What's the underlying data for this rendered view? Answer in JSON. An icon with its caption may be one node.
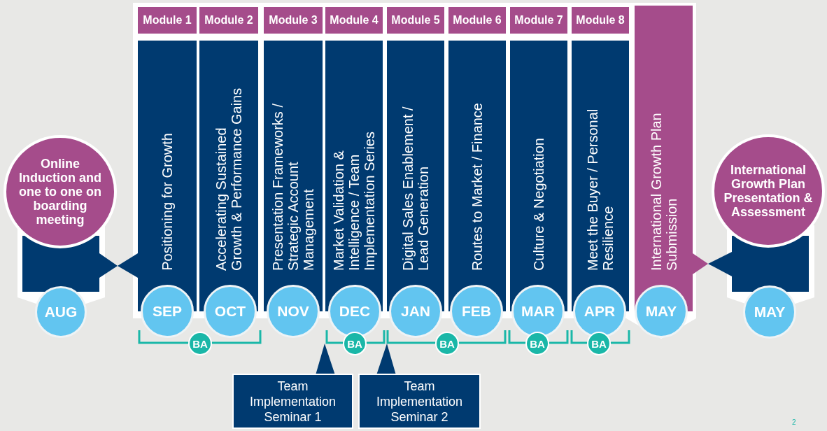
{
  "diagram": {
    "nodes": [
      {
        "text": [
          "Online Induction and one to one on boarding meeting"
        ]
      },
      {
        "text": [
          "AUG"
        ]
      },
      {
        "text": [
          "Module 1"
        ]
      },
      {
        "text": [
          "Module 2"
        ]
      },
      {
        "text": [
          "Module 3"
        ]
      },
      {
        "text": [
          "Module 4"
        ]
      },
      {
        "text": [
          "Module 5"
        ]
      },
      {
        "text": [
          "Module 6"
        ]
      },
      {
        "text": [
          "Module 7"
        ]
      },
      {
        "text": [
          "Module 8"
        ]
      },
      {
        "text": [
          "Positioning for Growth"
        ]
      },
      {
        "text": [
          "Accelerating Sustained Growth & Performance Gains"
        ]
      },
      {
        "text": [
          "Presentation Frameworks / Strategic Account Management"
        ]
      },
      {
        "text": [
          "Market Validation & Intelligence / Team Implementation Series"
        ]
      },
      {
        "text": [
          "Digital Sales Enablement / Lead Generation"
        ]
      },
      {
        "text": [
          "Routes to Market / Finance"
        ]
      },
      {
        "text": [
          "Culture & Negotiation"
        ]
      },
      {
        "text": [
          "Meet the Buyer / Personal Resilience"
        ]
      },
      {
        "text": [
          "International Growth Plan Submission"
        ]
      },
      {
        "text": [
          "SEP"
        ]
      },
      {
        "text": [
          "OCT"
        ]
      },
      {
        "text": [
          "NOV"
        ]
      },
      {
        "text": [
          "DEC"
        ]
      },
      {
        "text": [
          "JAN"
        ]
      },
      {
        "text": [
          "FEB"
        ]
      },
      {
        "text": [
          "MAR"
        ]
      },
      {
        "text": [
          "APR"
        ]
      },
      {
        "text": [
          "MAY"
        ]
      },
      {
        "text": [
          "International Growth Plan Presentation & Assessment"
        ]
      },
      {
        "text": [
          "MAY"
        ]
      },
      {
        "text": [
          "BA"
        ]
      },
      {
        "text": [
          "BA"
        ]
      },
      {
        "text": [
          "BA"
        ]
      },
      {
        "text": [
          "BA"
        ]
      },
      {
        "text": [
          "BA"
        ]
      },
      {
        "text": [
          "Team Implementation Seminar 1"
        ]
      },
      {
        "text": [
          "Team Implementation Seminar 2"
        ]
      }
    ],
    "edges": [],
    "labels": [
      "2"
    ]
  }
}
